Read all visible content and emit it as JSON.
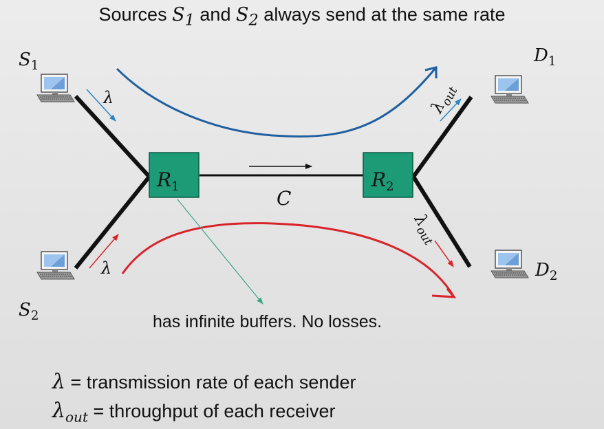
{
  "title": {
    "prefix": "Sources ",
    "s1_sym": "S",
    "s1_sub": "1",
    "mid": " and ",
    "s2_sym": "S",
    "s2_sub": "2",
    "suffix": " always send at the same rate"
  },
  "nodes": {
    "s1": {
      "sym": "S",
      "sub": "1"
    },
    "s2": {
      "sym": "S",
      "sub": "2"
    },
    "d1": {
      "sym": "D",
      "sub": "1"
    },
    "d2": {
      "sym": "D",
      "sub": "2"
    },
    "r1": {
      "sym": "R",
      "sub": "1"
    },
    "r2": {
      "sym": "R",
      "sub": "2"
    }
  },
  "link_capacity": "C",
  "rate_labels": {
    "lambda": "λ",
    "lambda_out_sym": "λ",
    "lambda_out_sub": "out"
  },
  "buffer_note": "has infinite buffers. No losses.",
  "legend": [
    {
      "sym": "λ",
      "sub": "",
      "text": " = transmission rate of each sender"
    },
    {
      "sym": "λ",
      "sub": "out",
      "text": " = throughput of each receiver"
    }
  ],
  "colors": {
    "router_fill": "#1d9a76",
    "flow1": "#1f5fa0",
    "flow2": "#d8232a",
    "note_arrow": "#3aa58a",
    "link": "#111111"
  }
}
